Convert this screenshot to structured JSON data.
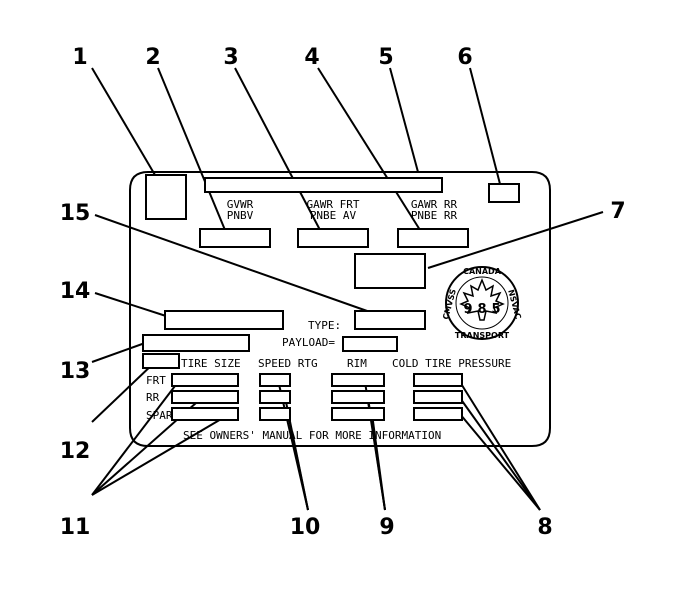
{
  "callouts": {
    "n1": "1",
    "n2": "2",
    "n3": "3",
    "n4": "4",
    "n5": "5",
    "n6": "6",
    "n7": "7",
    "n8": "8",
    "n9": "9",
    "n10": "10",
    "n11": "11",
    "n12": "12",
    "n13": "13",
    "n14": "14",
    "n15": "15"
  },
  "label_text": {
    "gvwr": "GVWR",
    "pnbv": "PNBV",
    "gawr_frt": "GAWR FRT",
    "pnbe_av": "PNBE AV",
    "gawr_rr": "GAWR RR",
    "pnbe_rr": "PNBE RR",
    "type": "TYPE:",
    "payload": "PAYLOAD=",
    "tire_size": "TIRE SIZE",
    "speed_rtg": "SPEED RTG",
    "rim": "RIM",
    "cold_tire_pressure": "COLD TIRE PRESSURE",
    "frt": "FRT",
    "rr": "RR",
    "spare": "SPARE",
    "footer": "SEE OWNERS' MANUAL FOR MORE INFORMATION"
  },
  "seal": {
    "top": "CANADA",
    "left": "CMVSS",
    "right": "NSVAC",
    "bottom": "TRANSPORT",
    "digits": [
      "9",
      "8",
      "5"
    ]
  }
}
